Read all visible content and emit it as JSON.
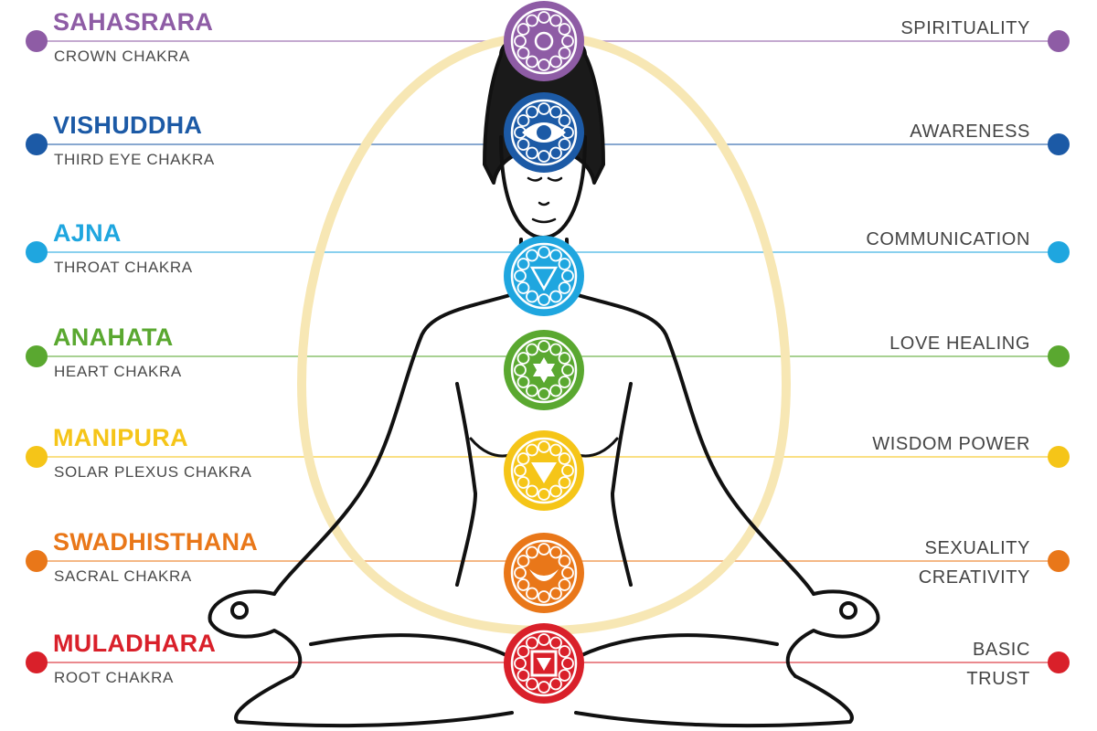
{
  "chakras": [
    {
      "name": "SAHASRARA",
      "subtitle": "CROWN CHAKRA",
      "qualities": [
        "SPIRITUALITY"
      ],
      "color": "#8e5ca5"
    },
    {
      "name": "VISHUDDHA",
      "subtitle": "THIRD EYE CHAKRA",
      "qualities": [
        "AWARENESS"
      ],
      "color": "#1c5aa6"
    },
    {
      "name": "AJNA",
      "subtitle": "THROAT CHAKRA",
      "qualities": [
        "COMMUNICATION"
      ],
      "color": "#1fa6df"
    },
    {
      "name": "ANAHATA",
      "subtitle": "HEART CHAKRA",
      "qualities": [
        "LOVE HEALING"
      ],
      "color": "#5aa830"
    },
    {
      "name": "MANIPURA",
      "subtitle": "SOLAR PLEXUS CHAKRA",
      "qualities": [
        "WISDOM POWER"
      ],
      "color": "#f5c518"
    },
    {
      "name": "SWADHISTHANA",
      "subtitle": "SACRAL CHAKRA",
      "qualities": [
        "SEXUALITY",
        "CREATIVITY"
      ],
      "color": "#e97719"
    },
    {
      "name": "MULADHARA",
      "subtitle": "ROOT  CHAKRA",
      "qualities": [
        "BASIC",
        "TRUST"
      ],
      "color": "#d9202a"
    }
  ],
  "colors": {
    "aura": "#f7e7b4",
    "outline": "#111111",
    "hair": "#1a1a1a"
  },
  "icons": [
    "lotus-icon",
    "eye-icon",
    "triangle-lotus-icon",
    "star-hexagram-icon",
    "downward-triangle-icon",
    "crescent-icon",
    "square-root-icon"
  ]
}
